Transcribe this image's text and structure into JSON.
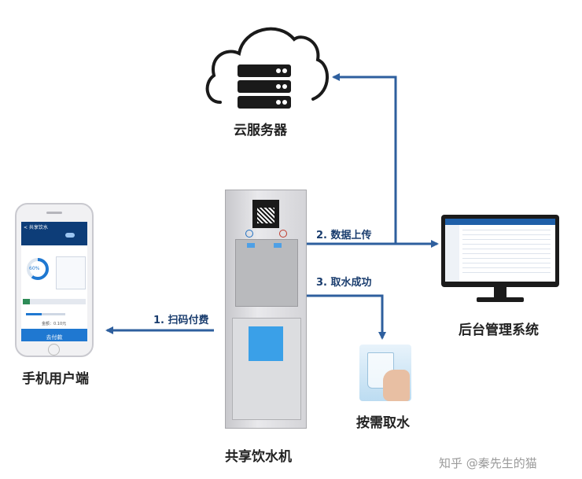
{
  "nodes": {
    "cloud_server": {
      "label": "云服务器"
    },
    "phone": {
      "label": "手机用户端",
      "app_title": "< 共享饮水",
      "percent": "60%",
      "price_text": "金额：0.10元",
      "pay_button": "去付款"
    },
    "dispenser": {
      "label": "共享饮水机"
    },
    "backend": {
      "label": "后台管理系统"
    },
    "water": {
      "label": "按需取水"
    }
  },
  "edges": {
    "scan_pay": "1. 扫码付费",
    "upload_data": "2. 数据上传",
    "water_success": "3. 取水成功"
  },
  "watermark": "知乎 @秦先生的猫",
  "colors": {
    "arrow": "#2e5f9e",
    "screen_blue": "#1f78d1"
  }
}
